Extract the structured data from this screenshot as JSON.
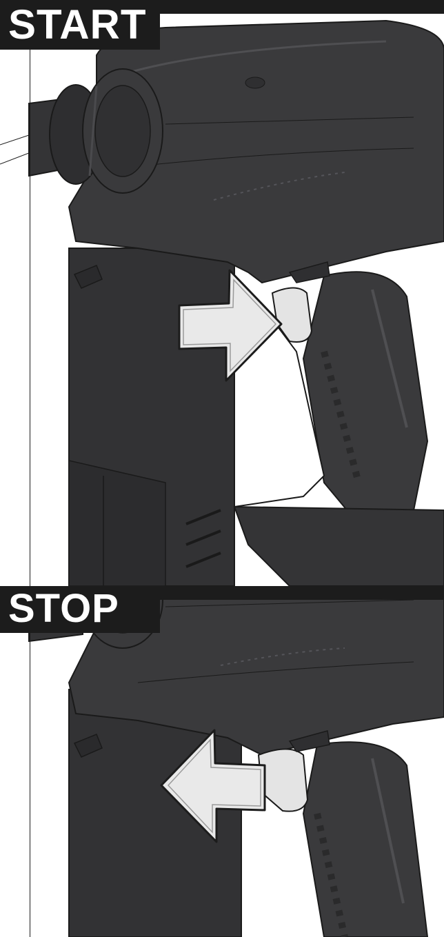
{
  "steps": {
    "start": {
      "label": "START",
      "arrow_direction": "right",
      "arrow_meaning": "press-trigger"
    },
    "stop": {
      "label": "STOP",
      "arrow_direction": "left",
      "arrow_meaning": "release-trigger"
    }
  },
  "colors": {
    "tool_body": "#3a3a3c",
    "tool_shadow": "#2a2a2b",
    "tool_highlight": "#4f4f52",
    "trigger": "#e4e4e4",
    "arrow_fill": "#e9e9e9",
    "label_bg": "#1c1c1c",
    "label_text": "#ffffff",
    "page_bg": "#ffffff"
  }
}
